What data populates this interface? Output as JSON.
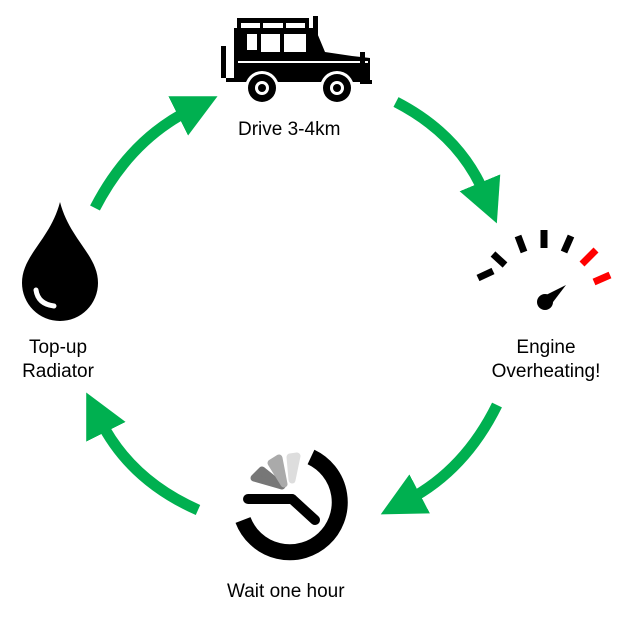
{
  "steps": {
    "drive": "Drive 3-4km",
    "overheat_line1": "Engine",
    "overheat_line2": "Overheating!",
    "wait": "Wait one hour",
    "topup_line1": "Top-up",
    "topup_line2": "Radiator"
  },
  "colors": {
    "arrow": "#00B050",
    "icon": "#000000",
    "gauge_red": "#FF0000"
  },
  "icons": [
    "car-icon",
    "gauge-icon",
    "timer-icon",
    "drop-icon"
  ]
}
